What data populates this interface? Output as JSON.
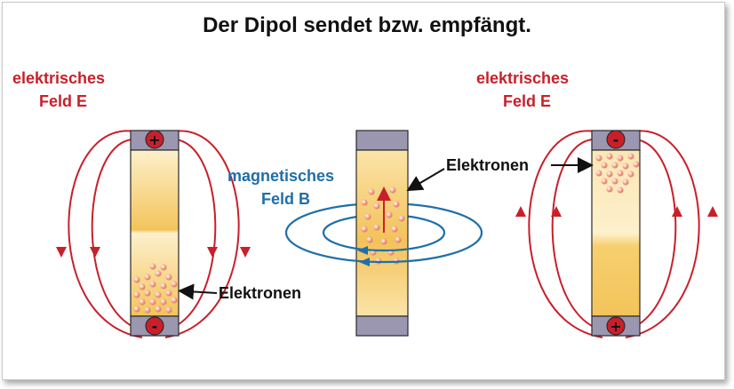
{
  "title": "Der Dipol sendet bzw. empfängt.",
  "left": {
    "field_label_line1": "elektrisches",
    "field_label_line2": "Feld E",
    "top_sign": "+",
    "bottom_sign": "-",
    "electrons_label": "Elektronen"
  },
  "center": {
    "field_label_line1": "magnetisches",
    "field_label_line2": "Feld B",
    "electrons_label": "Elektronen"
  },
  "right": {
    "field_label_line1": "elektrisches",
    "field_label_line2": "Feld E",
    "top_sign": "-",
    "bottom_sign": "+"
  },
  "colors": {
    "e_field": "#c8202a",
    "b_field": "#1f6fa8",
    "cap": "#9b97b0",
    "rod_light": "#fbe6b0",
    "rod_dark": "#f0b23a",
    "electron": "#f2a28c"
  }
}
